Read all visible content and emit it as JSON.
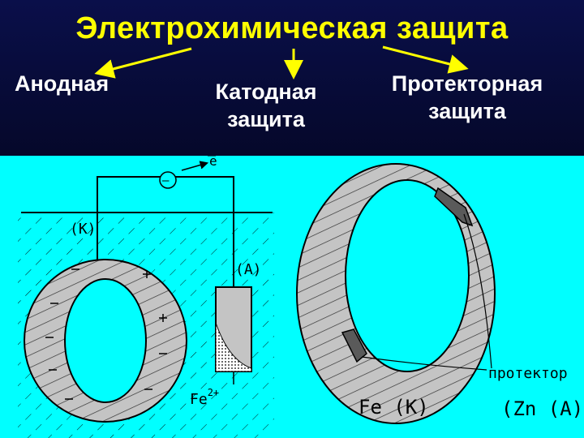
{
  "title": "Электрохимическая защита",
  "types": {
    "anodic": "Анодная",
    "cathodic_line1": "Катодная",
    "cathodic_line2": "защита",
    "protector_line1": "Протекторная",
    "protector_line2": "защита"
  },
  "colors": {
    "title": "#ffff00",
    "arrow": "#ffff00",
    "panel": "#00ffff",
    "ring": "#c4c4c4"
  },
  "cathodic_diagram": {
    "electron": "e",
    "cathode": "(K)",
    "anode": "(A)",
    "ion": "Fe",
    "ion_charge": "2+"
  },
  "protector_diagram": {
    "pipe": "Fe (K)",
    "protector": "протектор",
    "protector_material": "(Zn (A))"
  }
}
